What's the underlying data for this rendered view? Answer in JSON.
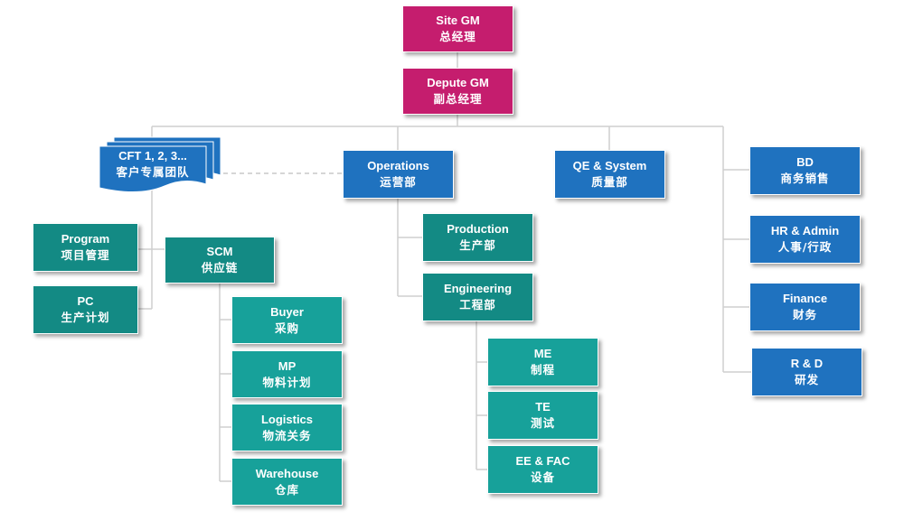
{
  "nodes": {
    "site_gm": {
      "en": "Site GM",
      "zh": "总经理"
    },
    "depute_gm": {
      "en": "Depute GM",
      "zh": "副总经理"
    },
    "cft": {
      "en": "CFT 1, 2, 3...",
      "zh": "客户专属团队"
    },
    "operations": {
      "en": "Operations",
      "zh": "运营部"
    },
    "qe_system": {
      "en": "QE & System",
      "zh": "质量部"
    },
    "bd": {
      "en": "BD",
      "zh": "商务销售"
    },
    "hr_admin": {
      "en": "HR & Admin",
      "zh": "人事/行政"
    },
    "finance": {
      "en": "Finance",
      "zh": "财务"
    },
    "rnd": {
      "en": "R & D",
      "zh": "研发"
    },
    "program": {
      "en": "Program",
      "zh": "项目管理"
    },
    "pc": {
      "en": "PC",
      "zh": "生产计划"
    },
    "scm": {
      "en": "SCM",
      "zh": "供应链"
    },
    "buyer": {
      "en": "Buyer",
      "zh": "采购"
    },
    "mp": {
      "en": "MP",
      "zh": "物料计划"
    },
    "logistics": {
      "en": "Logistics",
      "zh": "物流关务"
    },
    "warehouse": {
      "en": "Warehouse",
      "zh": "仓库"
    },
    "production": {
      "en": "Production",
      "zh": "生产部"
    },
    "engineering": {
      "en": "Engineering",
      "zh": "工程部"
    },
    "me": {
      "en": "ME",
      "zh": "制程"
    },
    "te": {
      "en": "TE",
      "zh": "测试"
    },
    "ee_fac": {
      "en": "EE & FAC",
      "zh": "设备"
    }
  },
  "colors": {
    "top": "#c51d6e",
    "department": "#1f72bf",
    "sub_unit": "#138a84",
    "leaf_unit": "#17a19a",
    "connector": "#cfcfcf"
  }
}
